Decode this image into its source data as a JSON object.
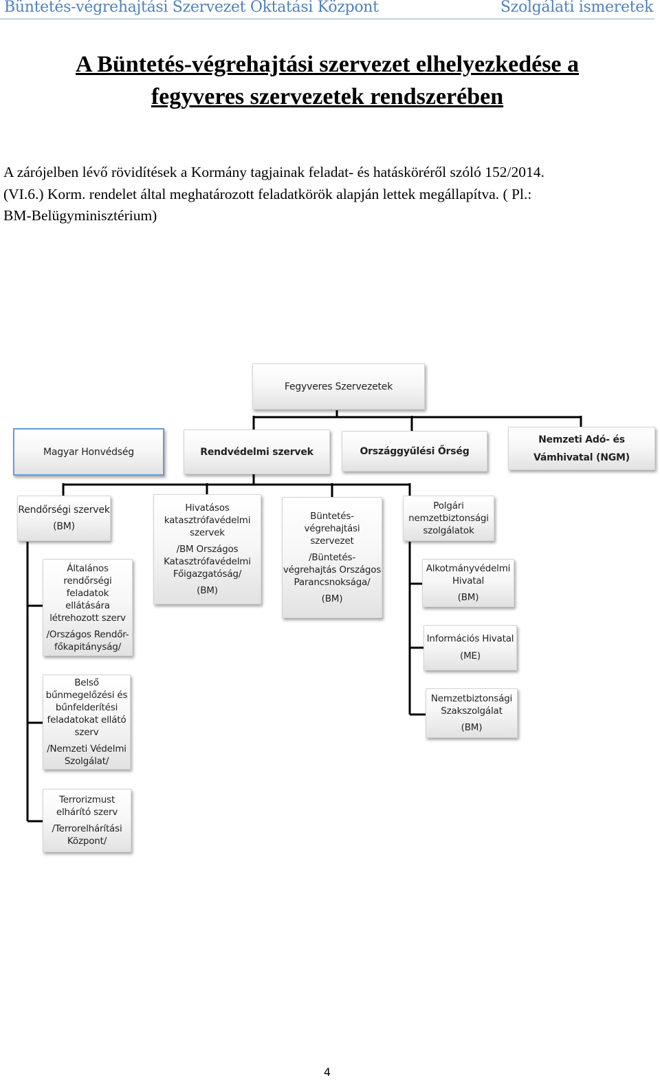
{
  "header": {
    "left": "Büntetés-végrehajtási Szervezet Oktatási Központ",
    "right": "Szolgálati ismeretek"
  },
  "title": {
    "line1": "A Büntetés-végrehajtási szervezet elhelyezkedése a",
    "line2": "fegyveres szervezetek rendszerében"
  },
  "intro": {
    "line1": "A zárójelben lévő rövidítések a Kormány tagjainak feladat- és hatásköréről szóló 152/2014.",
    "line2": "(VI.6.) Korm. rendelet által meghatározott feladatkörök alapján lettek megállapítva. ( Pl.:",
    "line3": "BM-Belügyminisztérium)"
  },
  "chart": {
    "root": "Fegyveres Szervezetek",
    "level1": {
      "hon": "Magyar Honvédség",
      "rend": "Rendvédelmi szervek",
      "orsz": "Országgyűlési Őrség",
      "nav1": "Nemzeti Adó- és",
      "nav2": "Vámhivatal (NGM)"
    },
    "rendor": {
      "l1": "Rendőrségi szervek",
      "l2": "(BM)"
    },
    "altalanos": {
      "l1": "Általános",
      "l2": "rendőrségi",
      "l3": "feladatok",
      "l4": "ellátására",
      "l5": "létrehozott szerv",
      "l6": "/Országos Rendőr-",
      "l7": "főkapitányság/"
    },
    "belso": {
      "l1": "Belső",
      "l2": "bűnmegelőzési és",
      "l3": "bűnfelderítési",
      "l4": "feladatokat ellátó",
      "l5": "szerv",
      "l6": "/Nemzeti Védelmi",
      "l7": "Szolgálat/"
    },
    "terror": {
      "l1": "Terrorizmust",
      "l2": "elhárító szerv",
      "l3": "/Terrorelhárítási",
      "l4": "Központ/"
    },
    "katasztrofa": {
      "l1": "Hivatásos",
      "l2": "katasztrófavédelmi",
      "l3": "szervek",
      "l4": "/BM Országos",
      "l5": "Katasztrófavédelmi",
      "l6": "Főigazgatóság/",
      "l7": "(BM)"
    },
    "bv": {
      "l1": "Büntetés-",
      "l2": "végrehajtási",
      "l3": "szervezet",
      "l4": "/Büntetés-",
      "l5": "végrehajtás Országos",
      "l6": "Parancsnoksága/",
      "l7": "(BM)"
    },
    "polgari": {
      "l1": "Polgári",
      "l2": "nemzetbiztonsági",
      "l3": "szolgálatok"
    },
    "alkotmany": {
      "l1": "Alkotmányvédelmi",
      "l2": "Hivatal",
      "l3": "(BM)"
    },
    "informacios": {
      "l1": "Információs Hivatal",
      "l2": "(ME)"
    },
    "nemzetbiz": {
      "l1": "Nemzetbiztonsági",
      "l2": "Szakszolgálat",
      "l3": "(BM)"
    }
  },
  "page_number": "4"
}
